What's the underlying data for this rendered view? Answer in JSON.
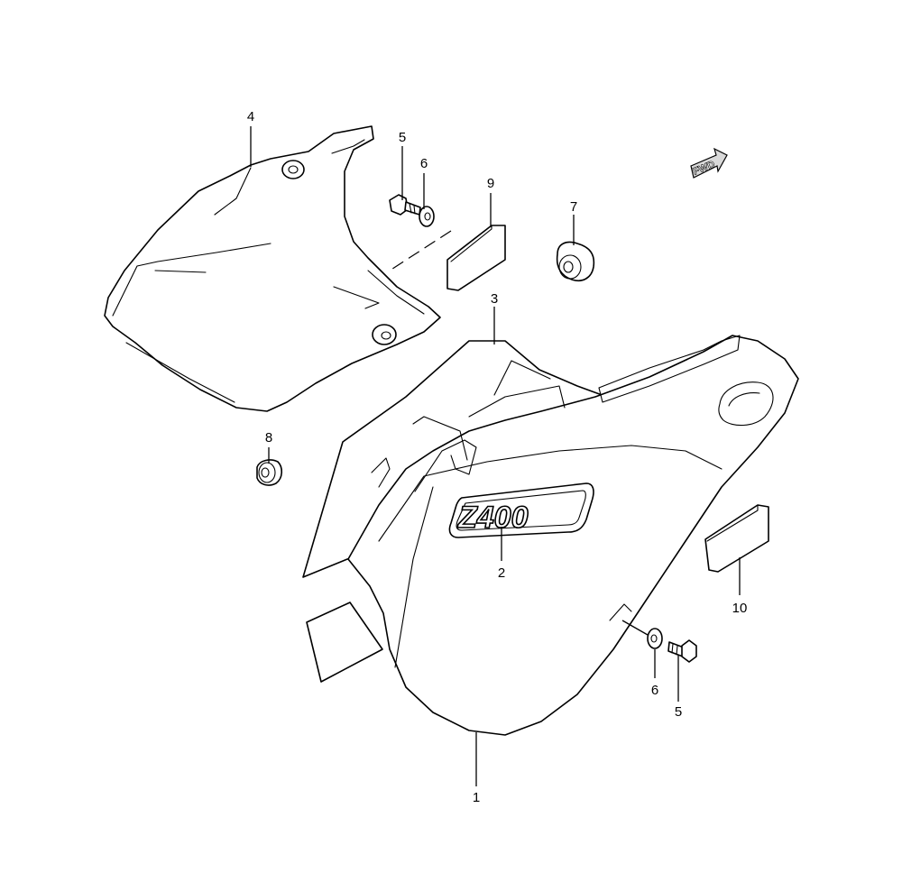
{
  "direction_marker": {
    "label": "FWD"
  },
  "emblem": {
    "text": "Z400"
  },
  "callouts": {
    "c1": "1",
    "c2": "2",
    "c3": "3",
    "c4": "4",
    "c5a": "5",
    "c5b": "5",
    "c6a": "6",
    "c6b": "6",
    "c7": "7",
    "c8": "8",
    "c9": "9",
    "c10": "10"
  }
}
